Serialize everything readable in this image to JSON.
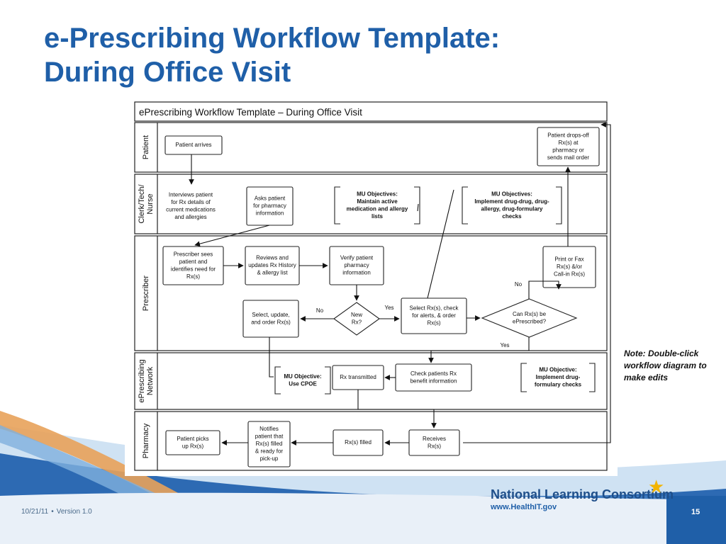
{
  "slide": {
    "title_line1": "e-Prescribing Workflow Template:",
    "title_line2": "During Office Visit",
    "note": "Note:  Double-click workflow diagram to make edits",
    "footer": {
      "date": "10/21/11",
      "separator": "•",
      "version": "Version 1.0",
      "page_number": "15"
    },
    "org": {
      "name": "National Learning Consortium",
      "url": "www.HealthIT.gov"
    }
  },
  "diagram": {
    "title": "ePrescribing Workflow Template – During Office Visit",
    "lanes": [
      {
        "id": "patient",
        "label_lines": [
          "Patient"
        ]
      },
      {
        "id": "clerk",
        "label_lines": [
          "Clerk/Tech/",
          "Nurse"
        ]
      },
      {
        "id": "prescriber",
        "label_lines": [
          "Prescriber"
        ]
      },
      {
        "id": "network",
        "label_lines": [
          "ePrescribing",
          "Network"
        ]
      },
      {
        "id": "pharmacy",
        "label_lines": [
          "Pharmacy"
        ]
      }
    ],
    "nodes": [
      {
        "id": "patient-arrives",
        "lines": [
          "Patient  arrives"
        ]
      },
      {
        "id": "patient-dropoff",
        "lines": [
          "Patient  drops-off",
          "Rx(s)  at",
          "pharmacy  or",
          "sends  mail  order"
        ]
      },
      {
        "id": "interviews",
        "lines": [
          "Interviews  patient",
          "for  Rx details  of",
          "current  medications",
          "and  allergies"
        ]
      },
      {
        "id": "asks-pharmacy",
        "lines": [
          "Asks patient",
          "for pharmacy",
          "information"
        ]
      },
      {
        "id": "mu-maintain",
        "lines": [
          "MU Objectives:",
          "Maintain active",
          "medication  and allergy",
          "lists"
        ]
      },
      {
        "id": "mu-implement",
        "lines": [
          "MU Objectives:",
          "Implement  drug-drug,  drug-",
          "allergy, drug-formulary",
          "checks"
        ]
      },
      {
        "id": "prescriber-sees",
        "lines": [
          "Prescriber  sees",
          "patient  and",
          "identifies  need  for",
          "Rx(s)"
        ]
      },
      {
        "id": "reviews-history",
        "lines": [
          "Reviews  and",
          "updates  Rx History",
          "& allergy  list"
        ]
      },
      {
        "id": "verify-pharmacy",
        "lines": [
          "Verify  patient",
          "pharmacy",
          "information"
        ]
      },
      {
        "id": "print-fax",
        "lines": [
          "Print  or Fax",
          "Rx(s)  &/or",
          "Call-in  Rx(s)"
        ]
      },
      {
        "id": "select-update",
        "lines": [
          "Select,  update,",
          "and  order  Rx(s)"
        ]
      },
      {
        "id": "new-rx",
        "lines": [
          "New",
          "Rx?"
        ]
      },
      {
        "id": "select-check",
        "lines": [
          "Select  Rx(s),  check",
          "for alerts,  & order",
          "Rx(s)"
        ]
      },
      {
        "id": "can-eprescribe",
        "lines": [
          "Can  Rx(s)  be",
          "ePrescribed?"
        ]
      },
      {
        "id": "mu-cpoe",
        "lines": [
          "MU Objective:",
          "Use CPOE"
        ]
      },
      {
        "id": "rx-transmitted",
        "lines": [
          "Rx transmitted"
        ]
      },
      {
        "id": "check-benefit",
        "lines": [
          "Check  patients  Rx",
          "benefit  information"
        ]
      },
      {
        "id": "mu-formulary",
        "lines": [
          "MU Objective:",
          "Implement  drug-",
          "formulary  checks"
        ]
      },
      {
        "id": "patient-picks",
        "lines": [
          "Patient  picks",
          "up  Rx(s)"
        ]
      },
      {
        "id": "notifies",
        "lines": [
          "Notifies",
          "patient  that",
          "Rx(s)  filled",
          "& ready  for",
          "pick-up"
        ]
      },
      {
        "id": "rx-filled",
        "lines": [
          "Rx(s)  filled"
        ]
      },
      {
        "id": "receives",
        "lines": [
          "Receives",
          "Rx(s)"
        ]
      }
    ],
    "edge_labels": [
      {
        "id": "label-no-left",
        "text": "No"
      },
      {
        "id": "label-yes-top",
        "text": "Yes"
      },
      {
        "id": "label-no-right",
        "text": "No"
      },
      {
        "id": "label-yes-bottom",
        "text": "Yes"
      }
    ]
  }
}
